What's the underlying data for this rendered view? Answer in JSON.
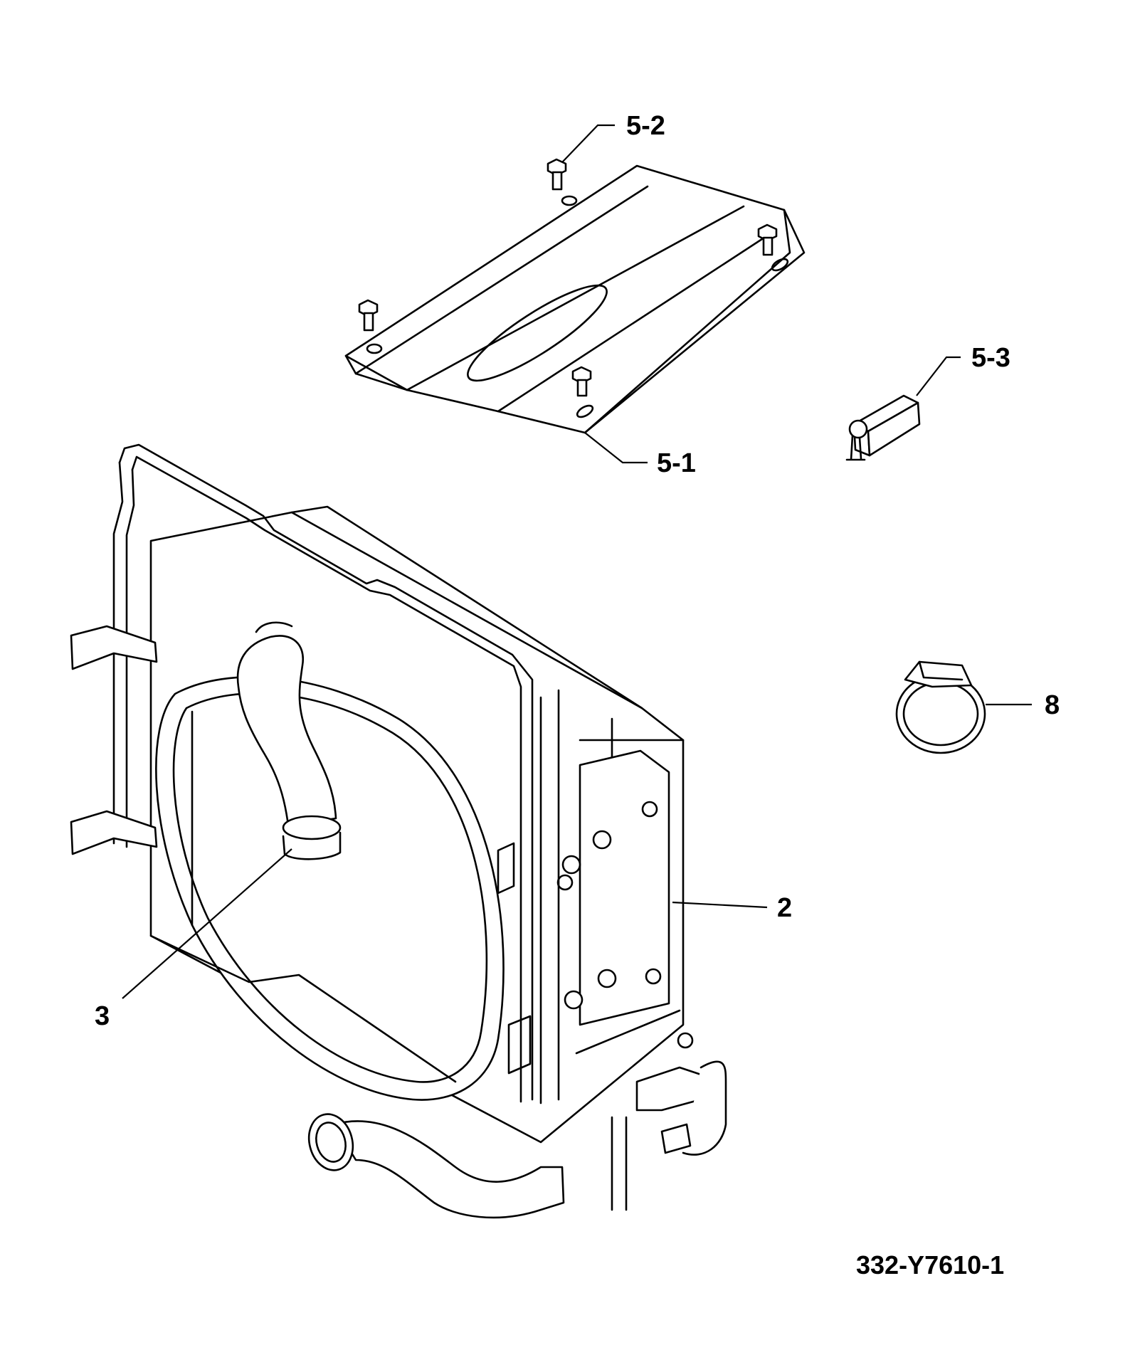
{
  "diagram": {
    "callouts": {
      "c52": "5-2",
      "c53": "5-3",
      "c51": "5-1",
      "c8": "8",
      "c2": "2",
      "c3": "3"
    },
    "reference_code": "332-Y7610-1"
  }
}
